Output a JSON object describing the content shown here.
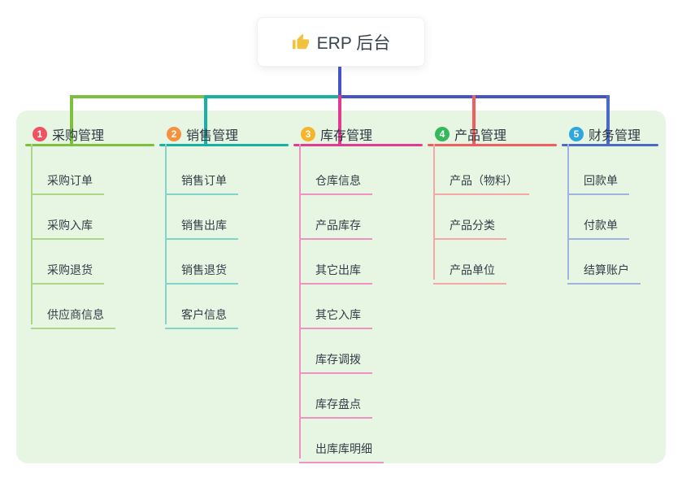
{
  "root": {
    "label": "ERP 后台",
    "icon": "thumbs-up-icon"
  },
  "colors": {
    "trunk": "#4754c7",
    "canvas_bg": "#e6f6e2",
    "root_text": "#3a444e",
    "thumb": "#f2c13d"
  },
  "branches": [
    {
      "badge": "1",
      "badge_color": "#ef5362",
      "label": "采购管理",
      "color": "#7fbf3e",
      "light_color": "#aed687",
      "children": [
        "采购订单",
        "采购入库",
        "采购退货",
        "供应商信息"
      ]
    },
    {
      "badge": "2",
      "badge_color": "#f6913d",
      "label": "销售管理",
      "color": "#16b2a5",
      "light_color": "#82d3c9",
      "children": [
        "销售订单",
        "销售出库",
        "销售退货",
        "客户信息"
      ]
    },
    {
      "badge": "3",
      "badge_color": "#f7b32b",
      "label": "库存管理",
      "color": "#e23a92",
      "light_color": "#ef92c2",
      "children": [
        "仓库信息",
        "产品库存",
        "其它出库",
        "其它入库",
        "库存调拨",
        "库存盘点",
        "出库库明细"
      ]
    },
    {
      "badge": "4",
      "badge_color": "#36b95c",
      "label": "产品管理",
      "color": "#f25d5d",
      "light_color": "#f5a7a7",
      "children": [
        "产品（物料）",
        "产品分类",
        "产品单位"
      ]
    },
    {
      "badge": "5",
      "badge_color": "#2ea7de",
      "label": "财务管理",
      "color": "#4b69c8",
      "light_color": "#9eb3de",
      "children": [
        "回款单",
        "付款单",
        "结算账户"
      ]
    }
  ]
}
